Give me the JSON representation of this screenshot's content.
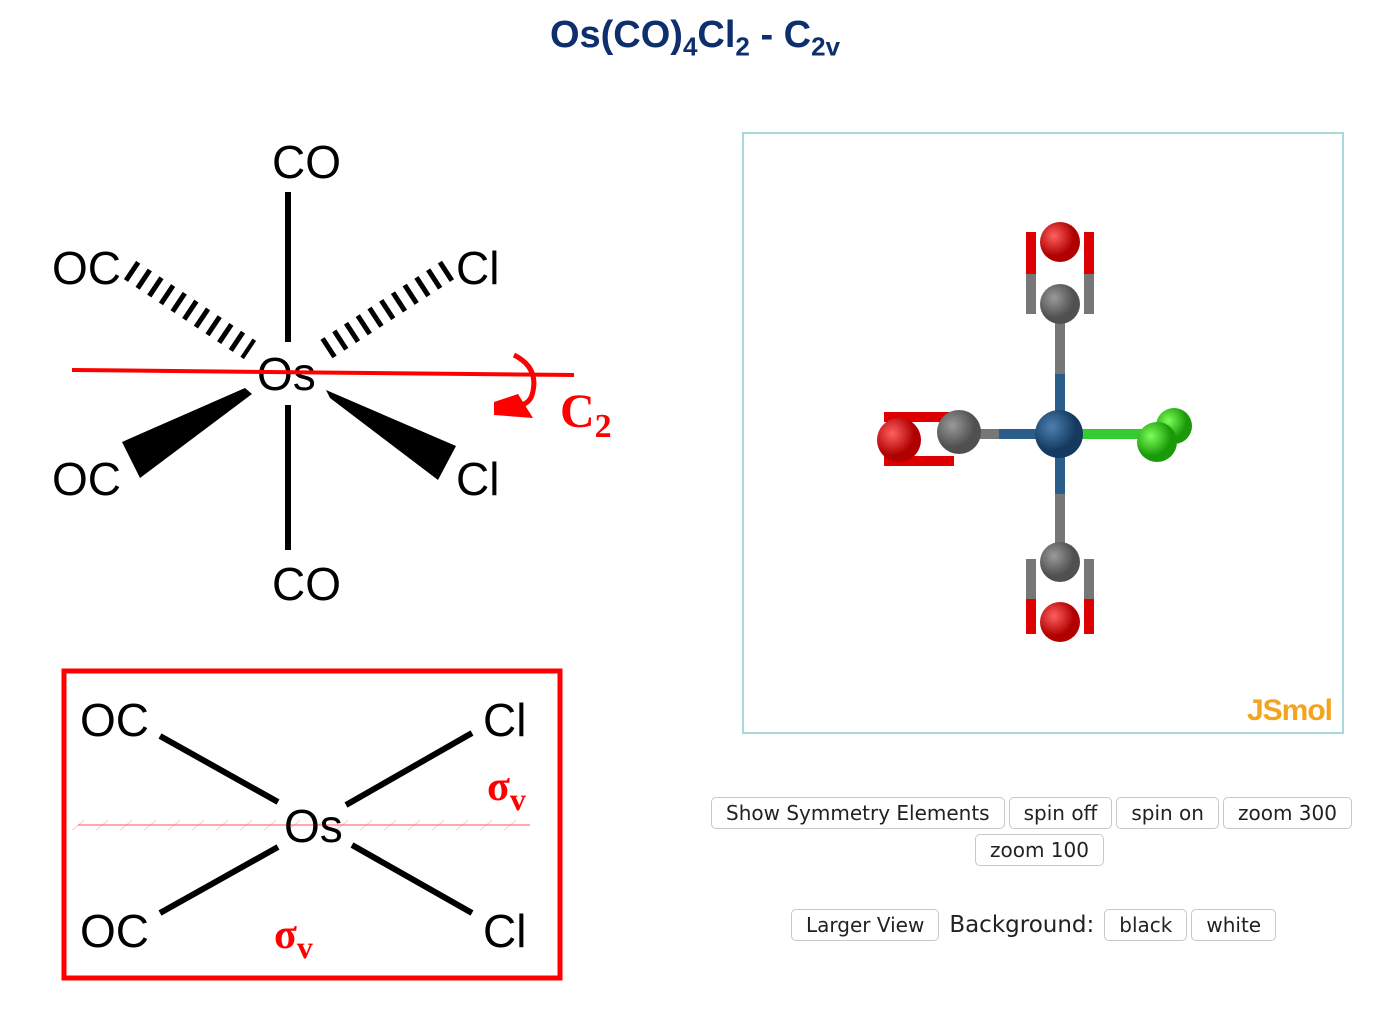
{
  "title": {
    "main": "Os(CO)",
    "sub1": "4",
    "mid": "Cl",
    "sub2": "2",
    "sep": " - C",
    "sub3": "2v"
  },
  "diagram3d": {
    "top": "CO",
    "bottom": "CO",
    "upper_left": "OC",
    "upper_right": "Cl",
    "lower_left": "OC",
    "lower_right": "Cl",
    "center": "Os",
    "axis_label": "C",
    "axis_sub": "2"
  },
  "diagram_plane": {
    "upper_left": "OC",
    "upper_right": "Cl",
    "lower_left": "OC",
    "lower_right": "Cl",
    "center": "Os",
    "sigma1": "σ",
    "sigma1_sub": "v",
    "sigma2": "σ",
    "sigma2_sub": "v"
  },
  "viewer": {
    "brand": "JSmol"
  },
  "buttons": {
    "show_symmetry": "Show Symmetry Elements",
    "spin_off": "spin off",
    "spin_on": "spin on",
    "zoom300": "zoom 300",
    "zoom100": "zoom 100",
    "larger_view": "Larger View",
    "background_label": "Background:",
    "black": "black",
    "white": "white"
  },
  "colors": {
    "title": "#0d2f6e",
    "symmetry": "#ff0000",
    "osmium": "#2a5d8a",
    "carbon": "#808080",
    "oxygen": "#e00000",
    "chlorine": "#22cc11"
  }
}
